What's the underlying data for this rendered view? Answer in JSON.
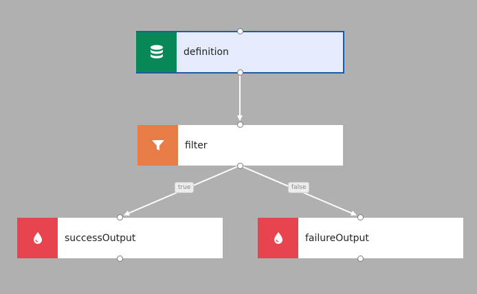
{
  "nodes": {
    "definition": {
      "label": "definition",
      "color": "#078856",
      "icon": "database-icon"
    },
    "filter": {
      "label": "filter",
      "color": "#e87c47",
      "icon": "filter-icon"
    },
    "success": {
      "label": "successOutput",
      "color": "#e84450",
      "icon": "drop-icon"
    },
    "failure": {
      "label": "failureOutput",
      "color": "#e84450",
      "icon": "drop-icon"
    }
  },
  "edges": {
    "true_label": "true",
    "false_label": "false"
  },
  "colors": {
    "background": "#b0b0b0",
    "selected_border": "#1f5aa0",
    "edge": "#ffffff"
  }
}
